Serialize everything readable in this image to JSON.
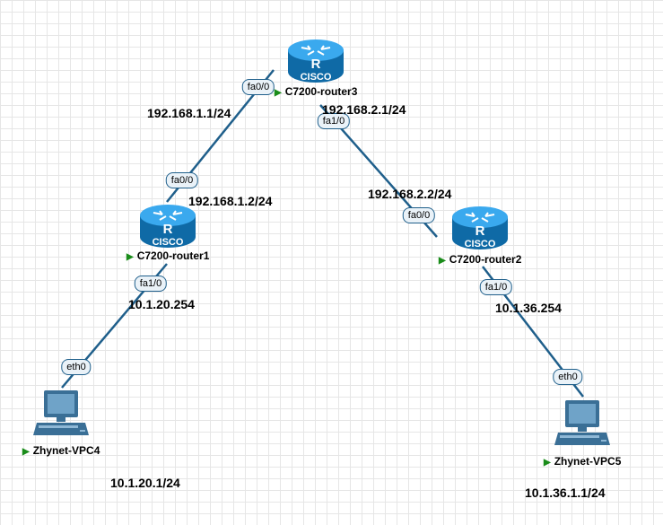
{
  "devices": {
    "router3": {
      "name": "C7200-router3",
      "logo": "CISCO",
      "icon": "router-icon"
    },
    "router1": {
      "name": "C7200-router1",
      "logo": "CISCO",
      "icon": "router-icon"
    },
    "router2": {
      "name": "C7200-router2",
      "logo": "CISCO",
      "icon": "router-icon"
    },
    "vpc4": {
      "name": "Zhynet-VPC4",
      "icon": "pc-icon"
    },
    "vpc5": {
      "name": "Zhynet-VPC5",
      "icon": "pc-icon"
    }
  },
  "ports": {
    "r3_fa00": "fa0/0",
    "r3_fa10": "fa1/0",
    "r1_fa00": "fa0/0",
    "r1_fa10": "fa1/0",
    "r2_fa00": "fa0/0",
    "r2_fa10": "fa1/0",
    "vpc4_eth0": "eth0",
    "vpc5_eth0": "eth0"
  },
  "addresses": {
    "r3_fa00": "192.168.1.1/24",
    "r3_fa10": "192.168.2.1/24",
    "r1_fa00": "192.168.1.2/24",
    "r2_fa00": "192.168.2.2/24",
    "r1_fa10": "10.1.20.254",
    "r2_fa10": "10.1.36.254",
    "vpc4": "10.1.20.1/24",
    "vpc5": "10.1.36.1.1/24"
  },
  "colors": {
    "link": "#1f5f8b",
    "router_body": "#1b8fd4",
    "pc_body": "#3a6f96",
    "status_indicator": "#1a8c1a"
  },
  "status": {
    "indicator": "play-icon"
  }
}
